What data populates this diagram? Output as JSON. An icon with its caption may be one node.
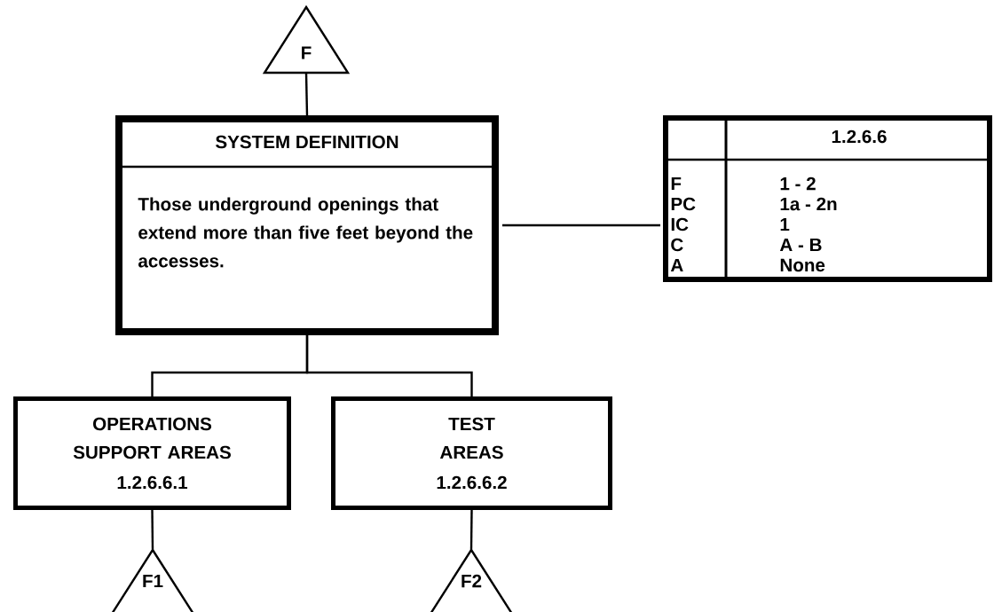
{
  "diagram": {
    "nodes": [
      {
        "text": [
          "F"
        ]
      },
      {
        "text": [
          "SYSTEM DEFINITION",
          "Those underground openings that extend more than five feet beyond the accesses."
        ]
      },
      {
        "text": [
          "1.2.6.6",
          "F",
          "1 - 2",
          "PC",
          "1a - 2n",
          "IC",
          "1",
          "C",
          "A - B",
          "A",
          "None"
        ]
      },
      {
        "text": [
          "OPERATIONS SUPPORT AREAS",
          "1.2.6.6.1"
        ]
      },
      {
        "text": [
          "TEST AREAS",
          "1.2.6.6.2"
        ]
      },
      {
        "text": [
          "F1"
        ]
      },
      {
        "text": [
          "F2"
        ]
      }
    ],
    "edges": [
      {
        "from": 0,
        "to": 1,
        "arrow": "none"
      },
      {
        "from": 1,
        "to": 2,
        "arrow": "none"
      },
      {
        "from": 1,
        "to": 3,
        "arrow": "none"
      },
      {
        "from": 1,
        "to": 4,
        "arrow": "none"
      },
      {
        "from": 3,
        "to": 5,
        "arrow": "none"
      },
      {
        "from": 4,
        "to": 6,
        "arrow": "none"
      }
    ]
  }
}
